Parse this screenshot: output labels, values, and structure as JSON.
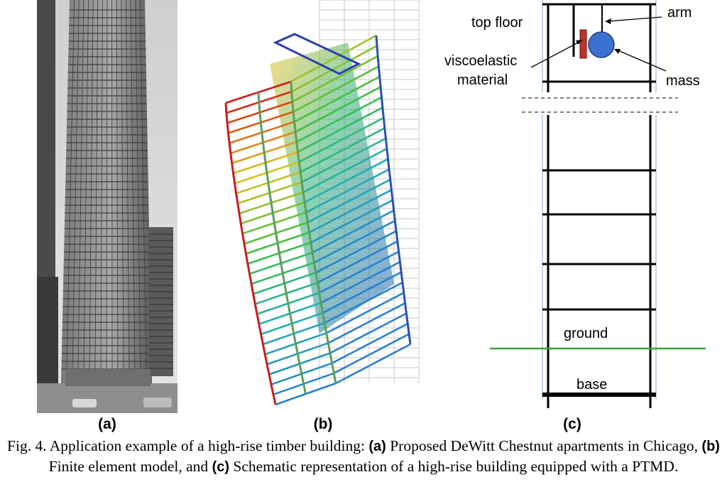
{
  "panels": {
    "a": {
      "label": "(a)"
    },
    "b": {
      "label": "(b)"
    },
    "c": {
      "label": "(c)",
      "labels": {
        "top_floor": "top floor",
        "arm": "arm",
        "viscoelastic_1": "viscoelastic",
        "viscoelastic_2": "material",
        "mass": "mass",
        "ground": "ground",
        "base": "base"
      }
    }
  },
  "caption": {
    "p1": "Fig. 4. Application example of a high-rise timber building: ",
    "a": "(a)",
    "p2": " Proposed DeWitt Chestnut apartments in Chicago, ",
    "b": "(b)",
    "p3": " Finite element model, and ",
    "c": "(c)",
    "p4": " Schematic representation of a high-rise building equipped with a PTMD."
  },
  "colors": {
    "ground_line": "#3aa13a",
    "mass": "#3b6fd1",
    "viscoelastic": "#c0302a",
    "column_outline": "#9fb7d6"
  }
}
